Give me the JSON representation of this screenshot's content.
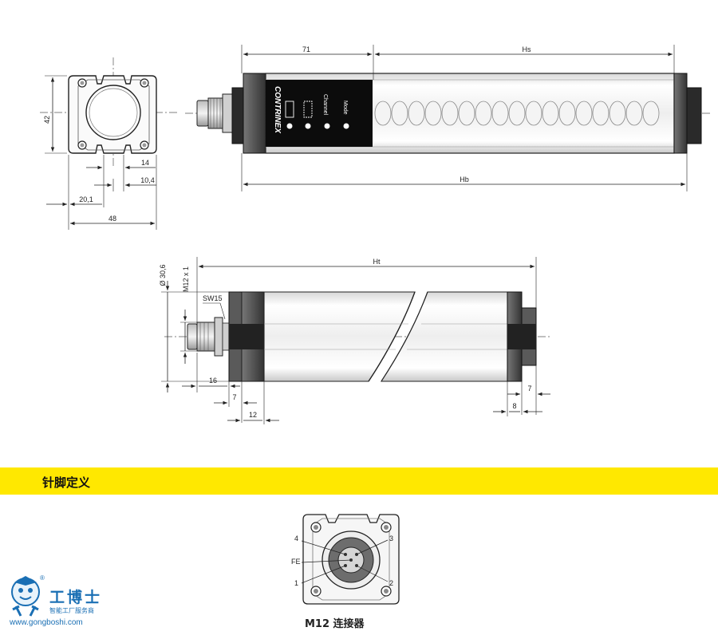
{
  "top_view": {
    "dim_71": "71",
    "dim_hs": "Hs",
    "dim_hb": "Hb",
    "brand_label": "CONTRINEX",
    "channel_label": "Channel",
    "mode_label": "Mode"
  },
  "end_view": {
    "dim_42": "42",
    "dim_14": "14",
    "dim_10_4": "10,4",
    "dim_20_1": "20,1",
    "dim_48": "48"
  },
  "side_view": {
    "dim_ht": "Ht",
    "dim_diameter": "Ø 30,6",
    "dim_thread": "M12 x 1",
    "dim_sw15": "SW15",
    "dim_16": "16",
    "dim_7_left": "7",
    "dim_12": "12",
    "dim_7_right": "7",
    "dim_8": "8"
  },
  "section": {
    "title": "针脚定义",
    "color": "#ffe800"
  },
  "connector": {
    "pin_1": "1",
    "pin_2": "2",
    "pin_3": "3",
    "pin_4": "4",
    "pin_fe": "FE",
    "caption": "M12 连接器"
  },
  "watermark": {
    "name": "工博士",
    "subtitle": "智能工厂服务商",
    "url": "www.gongboshi.com",
    "registered": "®",
    "color": "#1a6fb4"
  }
}
